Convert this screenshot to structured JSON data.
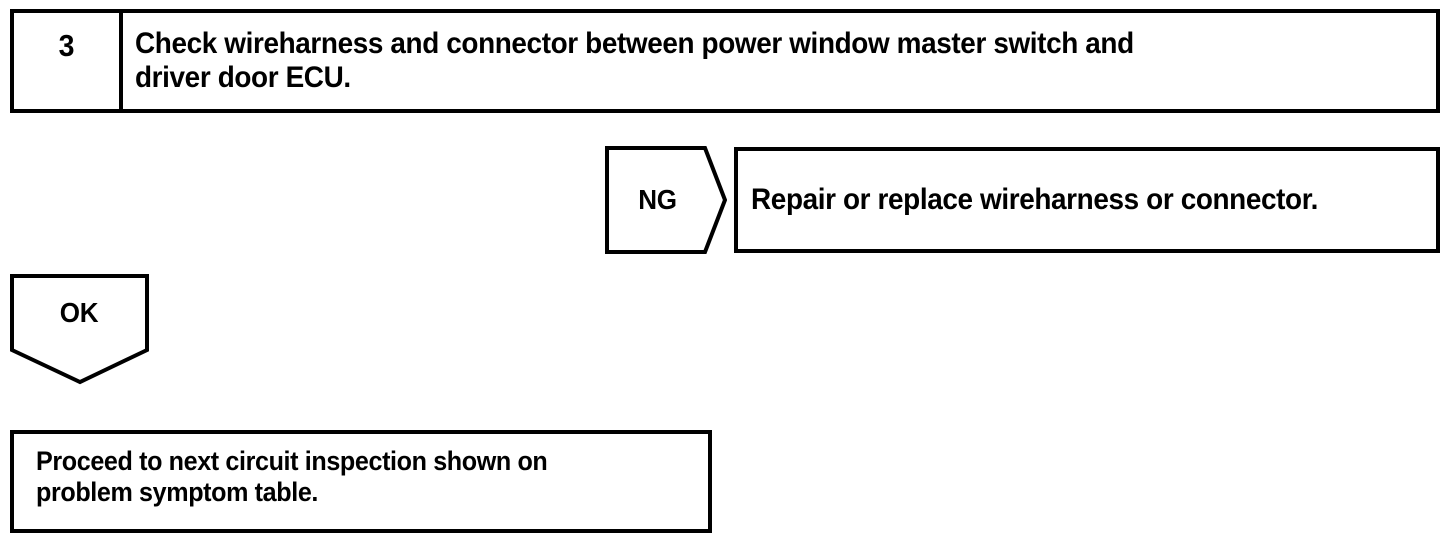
{
  "document": {
    "kind": "troubleshooting-flowchart",
    "ink_color": "#000000",
    "background_color": "#ffffff"
  },
  "step": {
    "number": "3",
    "instruction": "Check wireharness and connector between power window master switch and\ndriver door ECU."
  },
  "branches": {
    "ng": {
      "label": "NG",
      "shape": "pentagon-arrow-right",
      "result": "Repair or replace wireharness or connector."
    },
    "ok": {
      "label": "OK",
      "shape": "pentagon-arrow-down",
      "result": "Proceed to next circuit inspection shown on\nproblem symptom table."
    }
  }
}
